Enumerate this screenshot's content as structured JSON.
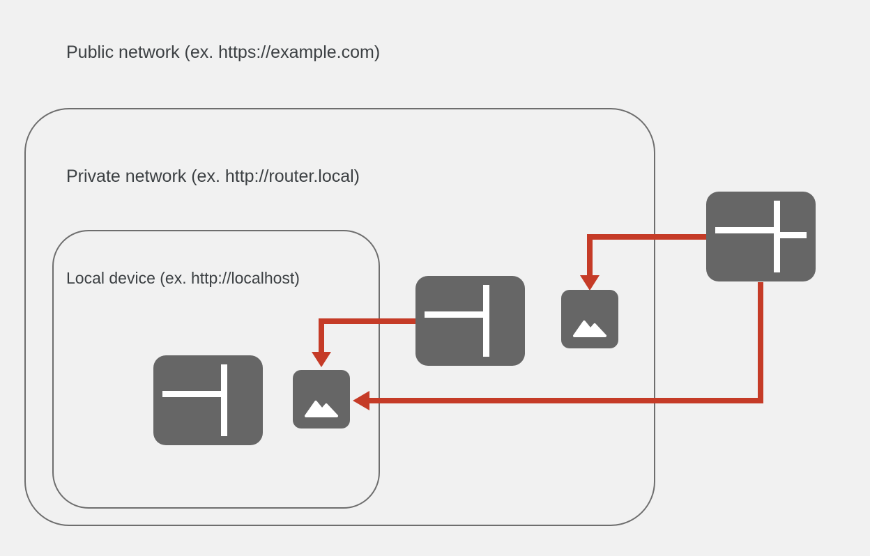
{
  "labels": {
    "public_network": "Public network (ex. https://example.com)",
    "private_network": "Private network (ex. http://router.local)",
    "local_device": "Local device (ex. http://localhost)"
  },
  "colors": {
    "background": "#f1f1f1",
    "text": "#3c4043",
    "border": "#6e6e6e",
    "icon_gray": "#666666",
    "icon_line": "#ffffff",
    "arrow_red": "#c53b27"
  },
  "diagram": {
    "type": "network-boundaries",
    "zones": [
      {
        "id": "public",
        "label_key": "public_network"
      },
      {
        "id": "private",
        "label_key": "private_network",
        "parent": "public"
      },
      {
        "id": "local",
        "label_key": "local_device",
        "parent": "private"
      }
    ],
    "nodes": [
      {
        "id": "public-browser",
        "icon": "browser-window",
        "zone": "public"
      },
      {
        "id": "private-browser",
        "icon": "browser-window",
        "zone": "private"
      },
      {
        "id": "local-browser",
        "icon": "browser-window",
        "zone": "local"
      },
      {
        "id": "private-image",
        "icon": "image-resource",
        "zone": "private"
      },
      {
        "id": "local-image",
        "icon": "image-resource",
        "zone": "local"
      }
    ],
    "arrows": [
      {
        "from": "public-browser",
        "to": "private-image",
        "color": "#c53b27"
      },
      {
        "from": "private-browser",
        "to": "local-image",
        "color": "#c53b27"
      },
      {
        "from": "public-browser",
        "to": "local-image",
        "color": "#c53b27"
      }
    ]
  }
}
